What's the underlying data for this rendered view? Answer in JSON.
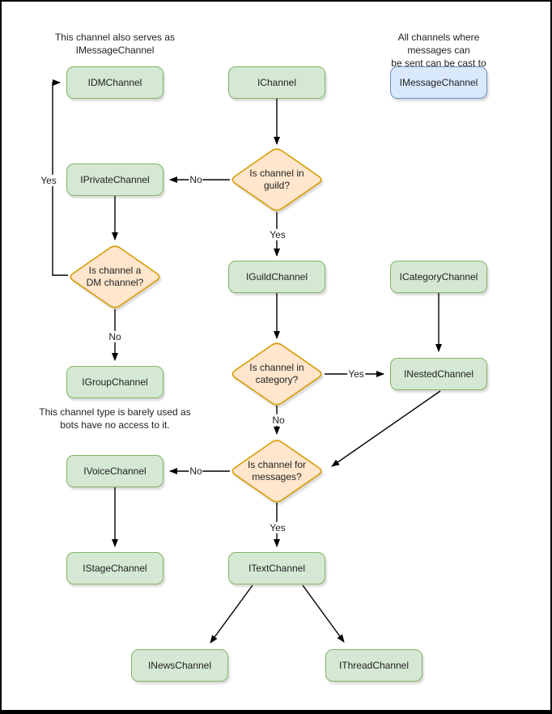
{
  "page": {
    "background": "#ffffff",
    "border_color": "#000000"
  },
  "colors": {
    "interface_fill": "#d5e8d4",
    "interface_stroke": "#82b366",
    "decision_fill": "#ffe6cc",
    "decision_stroke": "#d79b00",
    "message_channel_fill": "#dae8fc",
    "message_channel_stroke": "#6c8ebf",
    "arrow": "#000000"
  },
  "notes": {
    "dm_serves_note": "This channel also serves as\nIMessageChannel",
    "message_cast_note": "All channels where messages can\nbe sent can be cast to this type.",
    "group_barely_used_note": "This channel type is barely used as\nbots have no access to it."
  },
  "nodes": {
    "idm_channel": "IDMChannel",
    "ichannel": "IChannel",
    "imessage_channel": "IMessageChannel",
    "iprivate_channel": "IPrivateChannel",
    "iguild_channel": "IGuildChannel",
    "icategory_channel": "ICategoryChannel",
    "igroup_channel": "IGroupChannel",
    "inested_channel": "INestedChannel",
    "ivoice_channel": "IVoiceChannel",
    "itext_channel": "ITextChannel",
    "istage_channel": "IStageChannel",
    "inews_channel": "INewsChannel",
    "ithread_channel": "IThreadChannel"
  },
  "decisions": {
    "in_guild": "Is channel in\nguild?",
    "is_dm": "Is channel a\nDM channel?",
    "in_category": "Is channel in\ncategory?",
    "for_messages": "Is channel for\nmessages?"
  },
  "edge_labels": {
    "dm_yes": "Yes",
    "guild_no": "No",
    "guild_yes": "Yes",
    "dm_no": "No",
    "category_yes": "Yes",
    "category_no": "No",
    "messages_no": "No",
    "messages_yes": "Yes"
  }
}
